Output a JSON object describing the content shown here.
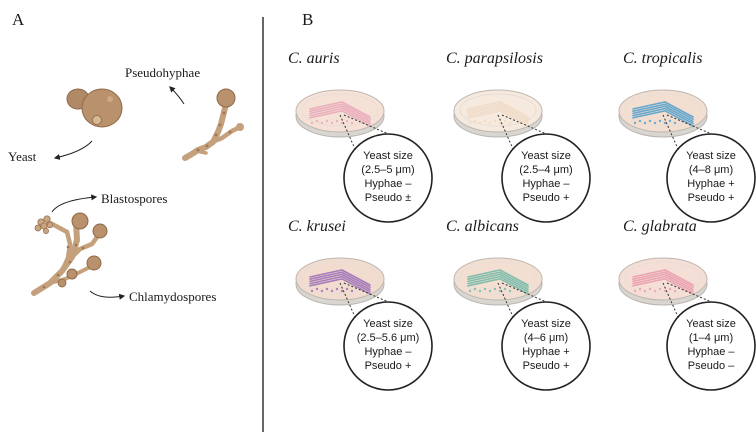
{
  "panel_a": {
    "letter": "A",
    "labels": {
      "pseudohyphae": "Pseudohyphae",
      "yeast": "Yeast",
      "blastospores": "Blastospores",
      "chlamydospores": "Chlamydospores"
    },
    "colors": {
      "cell": "#b9916c",
      "cell_dark": "#8e6a4a",
      "hypha": "#c4a07c"
    }
  },
  "panel_b": {
    "letter": "B",
    "species": [
      {
        "name": "C. auris",
        "lines": [
          "Yeast size",
          "(2.5–5 μm)",
          "Hyphae –",
          "Pseudo ±"
        ],
        "streak_color": "#e8a6b8",
        "agar_color": "#f5e1d6"
      },
      {
        "name": "C. parapsilosis",
        "lines": [
          "Yeast size",
          "(2.5–4 μm)",
          "Hyphae –",
          "Pseudo +"
        ],
        "streak_color": "#efd9c4",
        "agar_color": "#f6e9dd"
      },
      {
        "name": "C. tropicalis",
        "lines": [
          "Yeast size",
          "(4–8 μm)",
          "Hyphae +",
          "Pseudo +"
        ],
        "streak_color": "#4f9ecb",
        "agar_color": "#f3dfd2"
      },
      {
        "name": "C. krusei",
        "lines": [
          "Yeast size",
          "(2.5–5.6 μm)",
          "Hyphae –",
          "Pseudo +"
        ],
        "streak_color": "#9a6bb6",
        "agar_color": "#f1dccf"
      },
      {
        "name": "C. albicans",
        "lines": [
          "Yeast size",
          "(4–6 μm)",
          "Hyphae +",
          "Pseudo +"
        ],
        "streak_color": "#6fb7a6",
        "agar_color": "#f3dfd2"
      },
      {
        "name": "C. glabrata",
        "lines": [
          "Yeast size",
          "(1–4 μm)",
          "Hyphae –",
          "Pseudo –"
        ],
        "streak_color": "#e89aac",
        "agar_color": "#f5ded6"
      }
    ]
  }
}
